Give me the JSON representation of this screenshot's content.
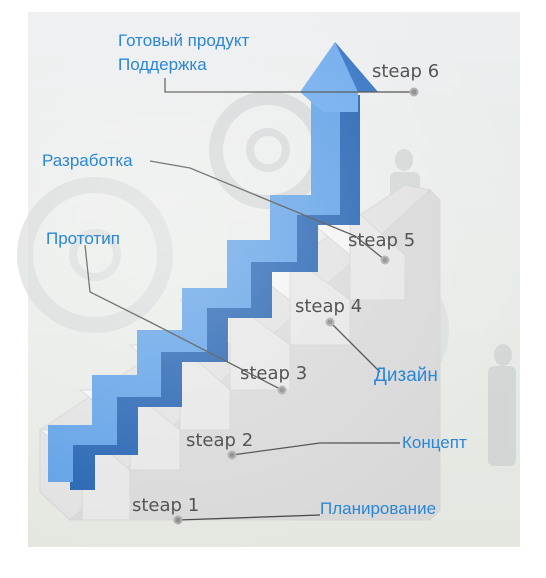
{
  "diagram": {
    "top_labels": {
      "line1": "Готовый продукт",
      "line2": "Поддержка"
    },
    "phases": {
      "development": "Разработка",
      "prototype": "Прототип",
      "design": "Дизайн",
      "concept": "Концепт",
      "planning": "Планирование"
    },
    "steps": [
      "steap 1",
      "steap 2",
      "steap 3",
      "steap 4",
      "steap 5",
      "steap 6"
    ],
    "colors": {
      "accent": "#2a86d8",
      "arrow_light": "#8cc0f0",
      "arrow_dark": "#1f5fb0",
      "stair": "#e9e9e9"
    }
  }
}
